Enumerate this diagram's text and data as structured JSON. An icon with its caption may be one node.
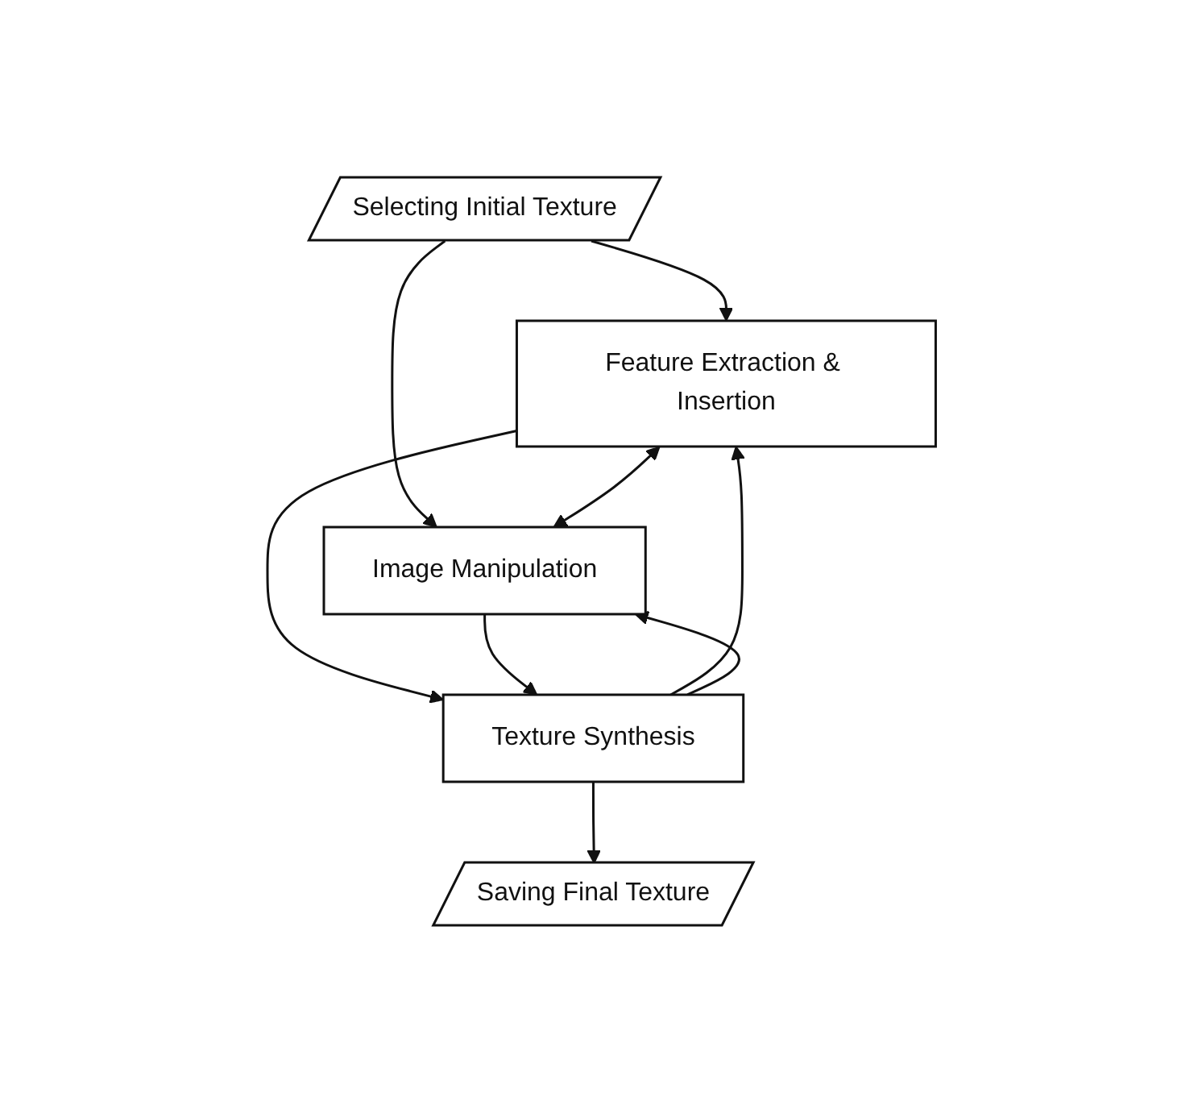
{
  "diagram": {
    "nodes": [
      {
        "text": [
          "Selecting Initial Texture"
        ]
      },
      {
        "text": [
          "Feature Extraction & Insertion"
        ]
      },
      {
        "text": [
          "Image Manipulation"
        ]
      },
      {
        "text": [
          "Texture Synthesis"
        ]
      },
      {
        "text": [
          "Saving Final Texture"
        ]
      }
    ],
    "edges": [
      {
        "from": 0,
        "to": 1,
        "arrow": "to"
      },
      {
        "from": 0,
        "to": 2,
        "arrow": "to"
      },
      {
        "from": 1,
        "to": 2,
        "arrow": "both"
      },
      {
        "from": 1,
        "to": 3,
        "arrow": "to"
      },
      {
        "from": 2,
        "to": 3,
        "arrow": "to"
      },
      {
        "from": 3,
        "to": 1,
        "arrow": "to"
      },
      {
        "from": 3,
        "to": 2,
        "arrow": "to"
      },
      {
        "from": 3,
        "to": 4,
        "arrow": "to"
      }
    ]
  }
}
